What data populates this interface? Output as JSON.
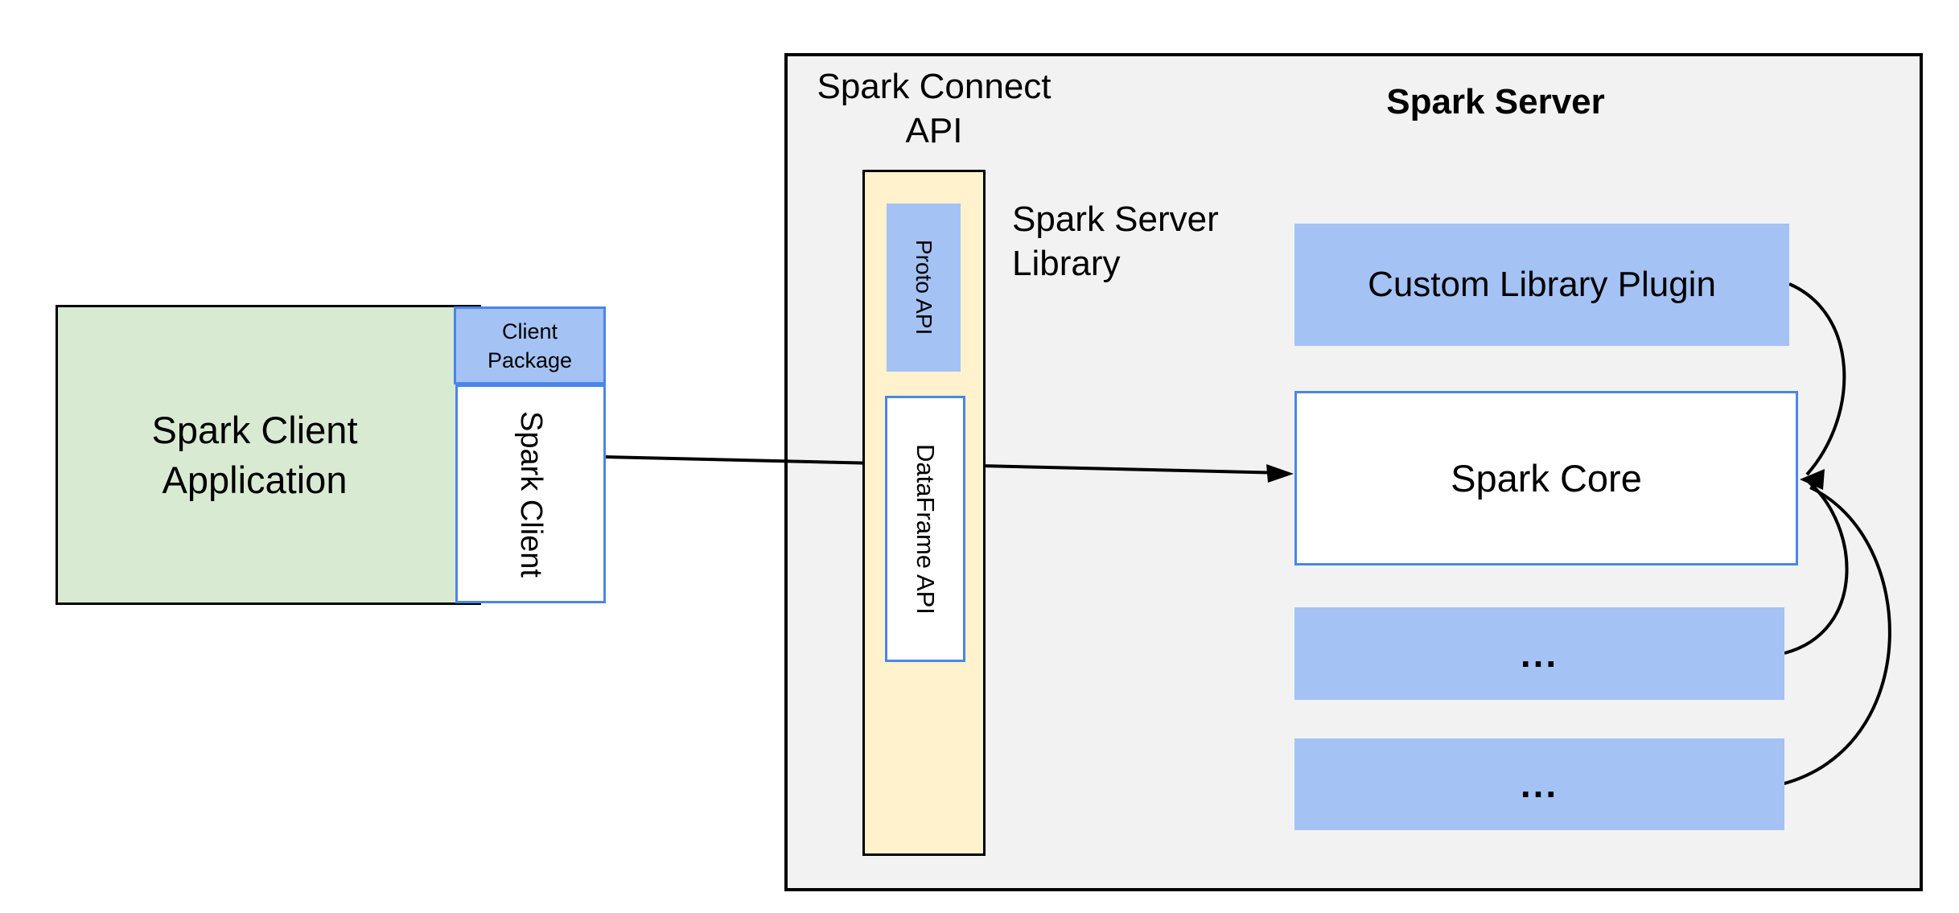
{
  "client": {
    "app_line1": "Spark Client",
    "app_line2": "Application",
    "package_line1": "Client",
    "package_line2": "Package",
    "spark_client": "Spark Client"
  },
  "connect": {
    "title_line1": "Spark Connect",
    "title_line2": "API",
    "proto": "Proto API",
    "dataframe": "DataFrame API",
    "library_line1": "Spark Server",
    "library_line2": "Library"
  },
  "server": {
    "title": "Spark Server",
    "plugin": "Custom Library Plugin",
    "core": "Spark Core",
    "more1": "...",
    "more2": "..."
  },
  "colors": {
    "client_app_fill": "#d9ead3",
    "component_blue_fill": "#a4c2f4",
    "blue_border": "#4a86e8",
    "library_yellow_fill": "#fff2cc",
    "server_gray_fill": "#f2f2f2",
    "line_black": "#000000"
  }
}
